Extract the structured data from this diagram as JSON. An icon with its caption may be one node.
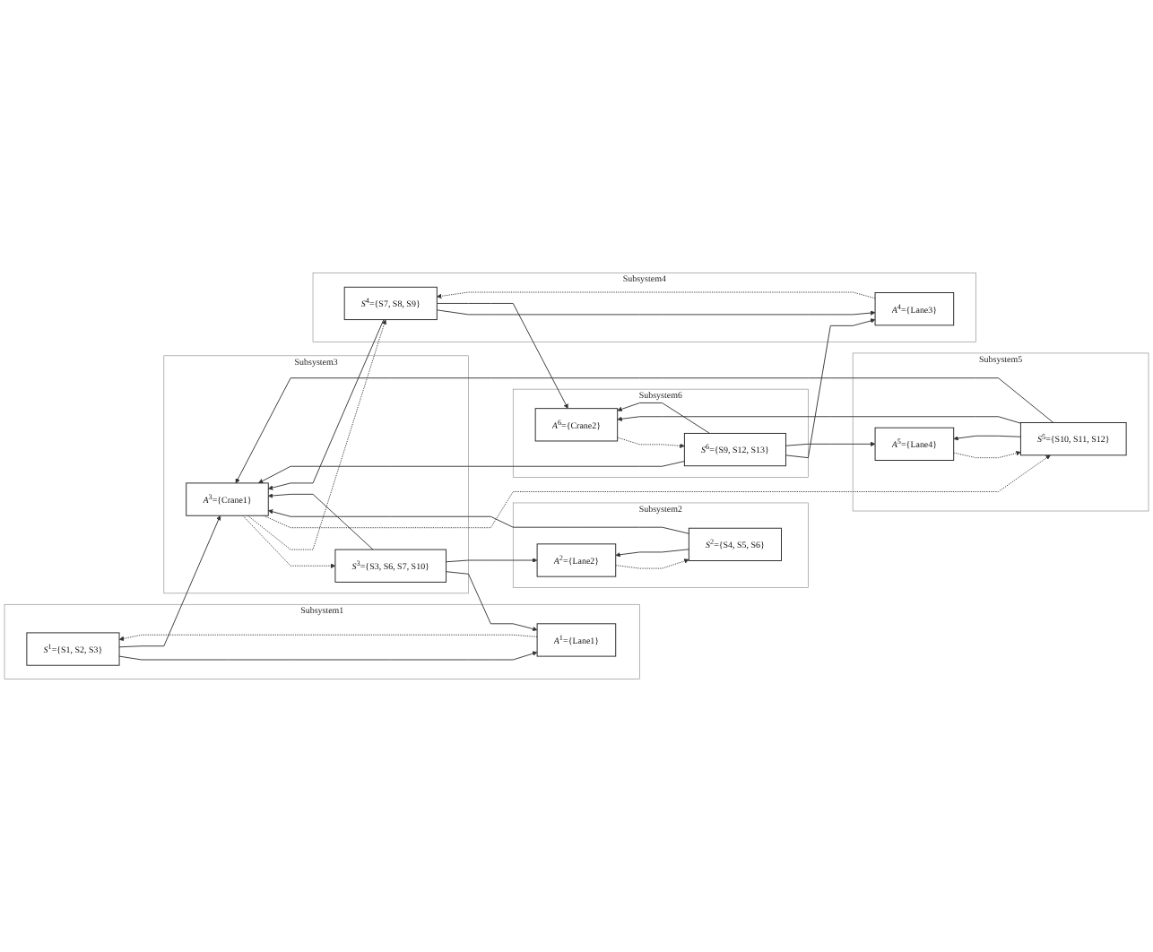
{
  "diagram": {
    "nodes": [
      {
        "text": [
          "Subsystem1"
        ]
      },
      {
        "text": [
          "*S*$^{1}$={S1, S2, S3}"
        ],
        "in": 0
      },
      {
        "text": [
          "*A*$^{1}$={Lane1}"
        ],
        "in": 0
      },
      {
        "text": [
          "Subsystem2"
        ]
      },
      {
        "text": [
          "*S*$^{2}$={S4, S5, S6}"
        ],
        "in": 3
      },
      {
        "text": [
          "*A*$^{2}$={Lane2}"
        ],
        "in": 3
      },
      {
        "text": [
          "Subsystem3"
        ]
      },
      {
        "text": [
          "*S*$^{3}$={S3, S6, S7, S10}"
        ],
        "in": 6
      },
      {
        "text": [
          "*A*$^{3}$={Crane1}"
        ],
        "in": 6
      },
      {
        "text": [
          "Subsystem4"
        ]
      },
      {
        "text": [
          "*S*$^{4}$={S7, S8, S9}"
        ],
        "in": 9
      },
      {
        "text": [
          "*A*$^{4}$={Lane3}"
        ],
        "in": 9
      },
      {
        "text": [
          "Subsystem5"
        ]
      },
      {
        "text": [
          "*S*$^{5}$={S10, S11, S12}"
        ],
        "in": 12
      },
      {
        "text": [
          "*A*$^{5}$={Lane4}"
        ],
        "in": 12
      },
      {
        "text": [
          "Subsystem6"
        ]
      },
      {
        "text": [
          "*S*$^{6}$={S9, S12, S13}"
        ],
        "in": 15
      },
      {
        "text": [
          "*A*$^{6}$={Crane2}"
        ],
        "in": 15
      }
    ],
    "edges": [
      {
        "from": 1,
        "to": 2,
        "arrow": "to"
      },
      {
        "from": 2,
        "to": 1,
        "arrow": "to",
        "style": "dashed"
      },
      {
        "from": 1,
        "to": 8,
        "arrow": "to"
      },
      {
        "from": 4,
        "to": 5,
        "arrow": "to"
      },
      {
        "from": 5,
        "to": 4,
        "arrow": "to",
        "style": "dashed"
      },
      {
        "from": 4,
        "to": 8,
        "arrow": "to"
      },
      {
        "from": 7,
        "to": 2,
        "arrow": "to"
      },
      {
        "from": 7,
        "to": 5,
        "arrow": "to"
      },
      {
        "from": 7,
        "to": 8,
        "arrow": "to"
      },
      {
        "from": 8,
        "to": 7,
        "arrow": "to",
        "style": "dashed"
      },
      {
        "from": 10,
        "to": 8,
        "arrow": "to"
      },
      {
        "from": 10,
        "to": 11,
        "arrow": "to"
      },
      {
        "from": 11,
        "to": 10,
        "arrow": "to",
        "style": "dashed"
      },
      {
        "from": 8,
        "to": 10,
        "arrow": "to",
        "style": "dashed"
      },
      {
        "from": 10,
        "to": 17,
        "arrow": "to"
      },
      {
        "from": 13,
        "to": 8,
        "arrow": "to"
      },
      {
        "from": 13,
        "to": 14,
        "arrow": "to"
      },
      {
        "from": 14,
        "to": 13,
        "arrow": "to",
        "style": "dashed"
      },
      {
        "from": 8,
        "to": 13,
        "arrow": "to",
        "style": "dashed"
      },
      {
        "from": 13,
        "to": 17,
        "arrow": "to"
      },
      {
        "from": 16,
        "to": 8,
        "arrow": "to"
      },
      {
        "from": 16,
        "to": 11,
        "arrow": "to"
      },
      {
        "from": 16,
        "to": 14,
        "arrow": "to"
      },
      {
        "from": 16,
        "to": 17,
        "arrow": "to"
      },
      {
        "from": 17,
        "to": 16,
        "arrow": "to",
        "style": "dashed"
      }
    ]
  }
}
